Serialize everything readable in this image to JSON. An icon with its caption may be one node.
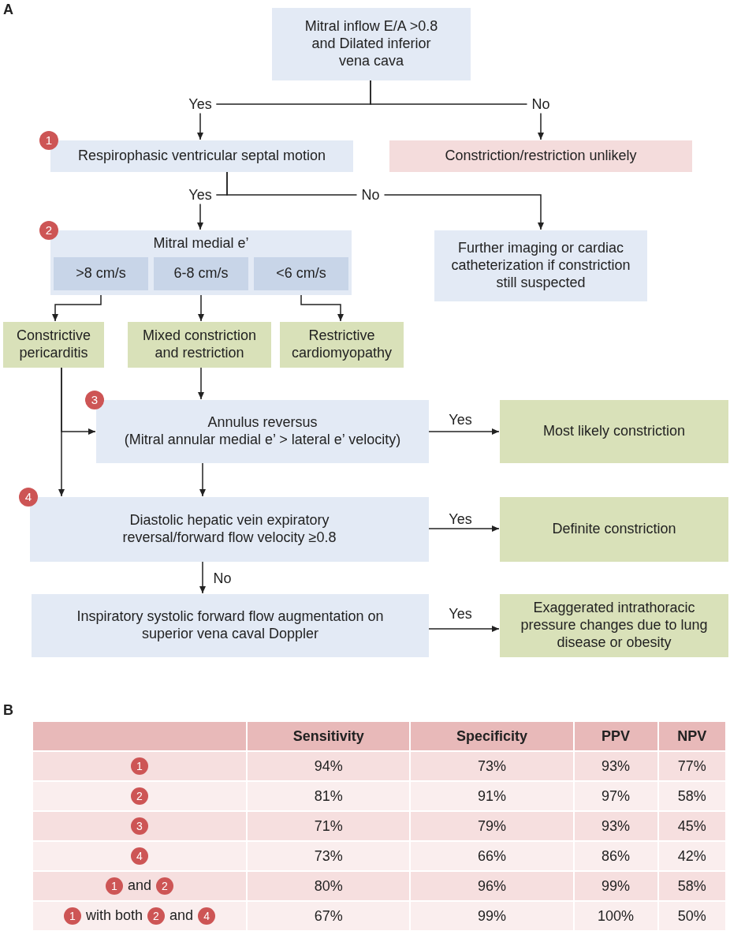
{
  "diagram": {
    "nodes": [
      {
        "text": [
          "Mitral inflow E/A >0.8 and Dilated inferior vena cava"
        ]
      },
      {
        "text": [
          "Respirophasic ventricular septal motion"
        ],
        "beside": [
          "1"
        ]
      },
      {
        "text": [
          "Constriction/restriction unlikely"
        ]
      },
      {
        "text": [
          "Mitral medial e’"
        ],
        "beside": [
          "2"
        ]
      },
      {
        "text": [
          ">8 cm/s"
        ],
        "in": 3
      },
      {
        "text": [
          "6-8 cm/s"
        ],
        "in": 3
      },
      {
        "text": [
          "<6 cm/s"
        ],
        "in": 3
      },
      {
        "text": [
          "Further imaging or cardiac catheterization if constriction still suspected"
        ]
      },
      {
        "text": [
          "Constrictive pericarditis"
        ]
      },
      {
        "text": [
          "Mixed constriction and restriction"
        ]
      },
      {
        "text": [
          "Restrictive cardiomyopathy"
        ]
      },
      {
        "text": [
          "Annulus reversus",
          "(Mitral annular medial e’ > lateral e’ velocity)"
        ],
        "beside": [
          "3"
        ]
      },
      {
        "text": [
          "Most likely constriction"
        ]
      },
      {
        "text": [
          "Diastolic hepatic vein expiratory reversal/forward flow velocity ≥0.8"
        ],
        "beside": [
          "4"
        ]
      },
      {
        "text": [
          "Definite constriction"
        ]
      },
      {
        "text": [
          "Inspiratory systolic forward flow augmentation on superior vena caval Doppler"
        ]
      },
      {
        "text": [
          "Exaggerated intrathoracic pressure changes due to lung disease or obesity"
        ]
      }
    ],
    "edges": [
      {
        "from": 0,
        "to": 1,
        "arrow": "to",
        "label": "Yes"
      },
      {
        "from": 0,
        "to": 2,
        "arrow": "to",
        "label": "No"
      },
      {
        "from": 1,
        "to": 3,
        "arrow": "to",
        "label": "Yes"
      },
      {
        "from": 1,
        "to": 7,
        "arrow": "to",
        "label": "No"
      },
      {
        "from": 4,
        "to": 8,
        "arrow": "to"
      },
      {
        "from": 5,
        "to": 9,
        "arrow": "to"
      },
      {
        "from": 6,
        "to": 10,
        "arrow": "to"
      },
      {
        "from": 9,
        "to": 11,
        "arrow": "to"
      },
      {
        "from": 8,
        "to": 11,
        "arrow": "to"
      },
      {
        "from": 8,
        "to": 13,
        "arrow": "to"
      },
      {
        "from": 11,
        "to": 12,
        "arrow": "to",
        "label": "Yes"
      },
      {
        "from": 11,
        "to": 13,
        "arrow": "to"
      },
      {
        "from": 13,
        "to": 14,
        "arrow": "to",
        "label": "Yes"
      },
      {
        "from": 13,
        "to": 15,
        "arrow": "to",
        "label": "No"
      },
      {
        "from": 15,
        "to": 16,
        "arrow": "to",
        "label": "Yes"
      }
    ],
    "labels": [
      "A",
      "B",
      "Sensitivity",
      "Specificity",
      "PPV",
      "NPV",
      "1",
      "94%",
      "73%",
      "93%",
      "77%",
      "2",
      "81%",
      "91%",
      "97%",
      "58%",
      "3",
      "71%",
      "79%",
      "93%",
      "45%",
      "4",
      "73%",
      "66%",
      "86%",
      "42%",
      "1 and 2",
      "80%",
      "96%",
      "99%",
      "58%",
      "1 with both 2 and 4",
      "67%",
      "99%",
      "100%",
      "50%"
    ]
  }
}
